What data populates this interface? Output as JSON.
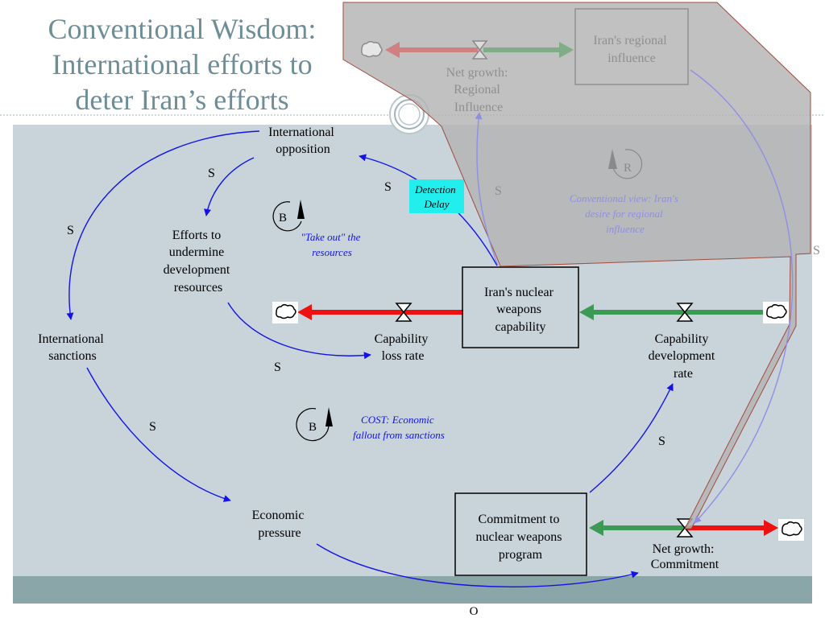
{
  "slide": {
    "title_lines": [
      "Conventional Wisdom:",
      "International efforts to",
      "deter Iran’s efforts"
    ],
    "footer_marker": "O"
  },
  "colors": {
    "title": "#6d8e96",
    "canvas": "#c8d3da",
    "bottom_band": "#8aa6a8",
    "overlay": "#b3b3b3",
    "overlay_border": "#a34a3a",
    "link_blue": "#1313e6",
    "link_faded": "#8f8fe6",
    "inflow_green": "#3d9a55",
    "outflow_red": "#ee1111",
    "detection_box": "#22eeee"
  },
  "nodes": {
    "international_opposition": [
      "International",
      "opposition"
    ],
    "efforts_to_undermine": [
      "Efforts to",
      "undermine",
      "development",
      "resources"
    ],
    "international_sanctions": [
      "International",
      "sanctions"
    ],
    "economic_pressure": [
      "Economic",
      "pressure"
    ],
    "capability_loss_rate": [
      "Capability",
      "loss rate"
    ],
    "capability_development_rate": [
      "Capability",
      "development",
      "rate"
    ],
    "net_growth_commitment": [
      "Net growth:",
      "Commitment"
    ],
    "net_growth_regional": [
      "Net growth:",
      "Regional",
      "Influence"
    ],
    "iran_nuclear_capability": [
      "Iran's nuclear",
      "weapons",
      "capability"
    ],
    "commitment_program": [
      "Commitment to",
      "nuclear weapons",
      "program"
    ],
    "iran_regional_influence": [
      "Iran's regional",
      "influence"
    ],
    "detection_delay": [
      "Detection",
      "Delay"
    ]
  },
  "link_polarity": "S",
  "loops": {
    "take_out": {
      "symbol": "B",
      "label_lines": [
        "\"Take out\" the",
        "resources"
      ]
    },
    "cost": {
      "symbol": "B",
      "label_lines": [
        "COST: Economic",
        "fallout from sanctions"
      ]
    },
    "conventional_view": {
      "symbol": "R",
      "label_lines": [
        "Conventional view: Iran's",
        "desire for regional",
        "influence"
      ]
    }
  },
  "icons": [
    "cloud-icon",
    "valve-icon",
    "loop-arrow-icon",
    "ring-icon"
  ]
}
